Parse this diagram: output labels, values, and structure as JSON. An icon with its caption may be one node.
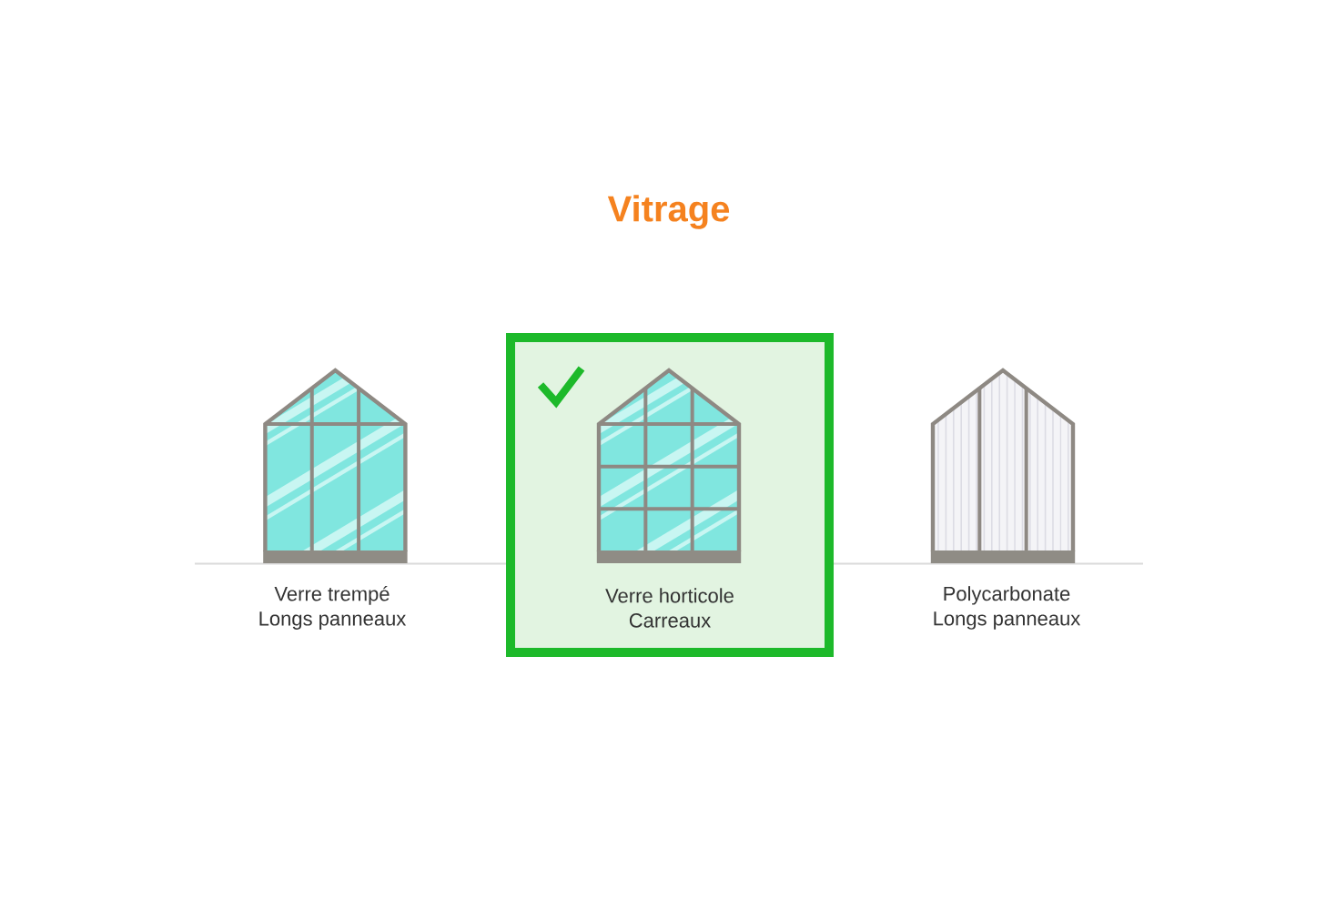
{
  "diagram": {
    "title": "Vitrage",
    "nodes": [
      {
        "text": [
          "Verre trempé",
          "Longs panneaux"
        ]
      },
      {
        "text": [
          "Verre horticole",
          "Carreaux"
        ]
      },
      {
        "text": [
          "Polycarbonate",
          "Longs panneaux"
        ]
      }
    ]
  }
}
